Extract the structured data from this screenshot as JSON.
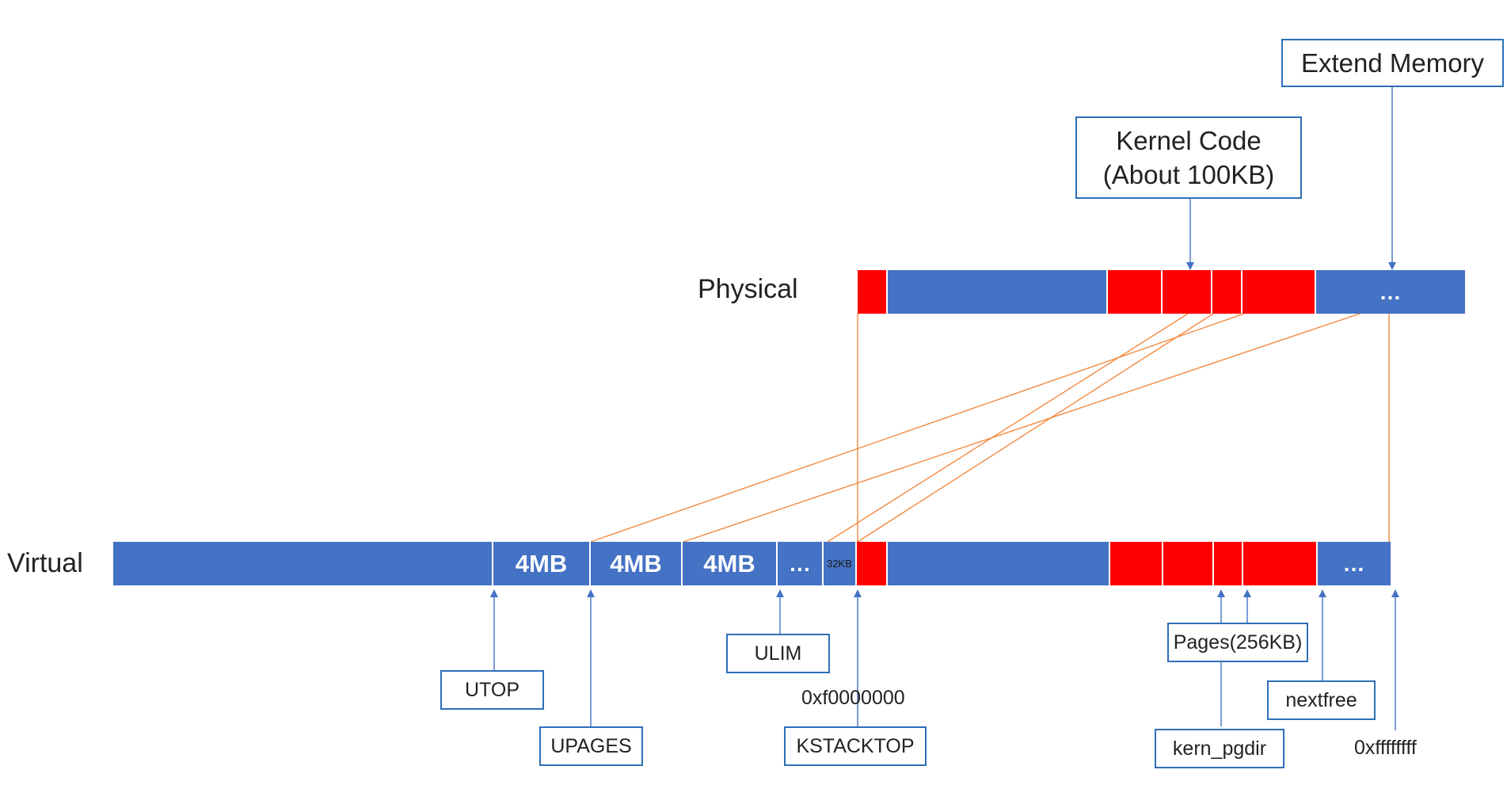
{
  "rows": {
    "physical": "Physical",
    "virtual": "Virtual"
  },
  "physical_boxes": {
    "extend_memory": "Extend Memory",
    "kernel_code_line1": "Kernel Code",
    "kernel_code_line2": "(About 100KB)"
  },
  "physical_bar": {
    "ellipsis": "…"
  },
  "virtual_bar": {
    "seg_4mb_1": "4MB",
    "seg_4mb_2": "4MB",
    "seg_4mb_3": "4MB",
    "seg_ellipsis_1": "…",
    "seg_32kb": "32KB",
    "seg_ellipsis_2": "…"
  },
  "virtual_labels": {
    "utop": "UTOP",
    "upages": "UPAGES",
    "ulim": "ULIM",
    "kstacktop_addr": "0xf0000000",
    "kstacktop": "KSTACKTOP",
    "pages": "Pages(256KB)",
    "nextfree": "nextfree",
    "kern_pgdir": "kern_pgdir",
    "top_addr": "0xffffffff"
  },
  "colors": {
    "blue_segment": "#4472c4",
    "red_segment": "#ff0000",
    "mapping_line": "#f4893f",
    "pointer_arrow": "#4472c4",
    "box_border": "#2e6fb7"
  }
}
